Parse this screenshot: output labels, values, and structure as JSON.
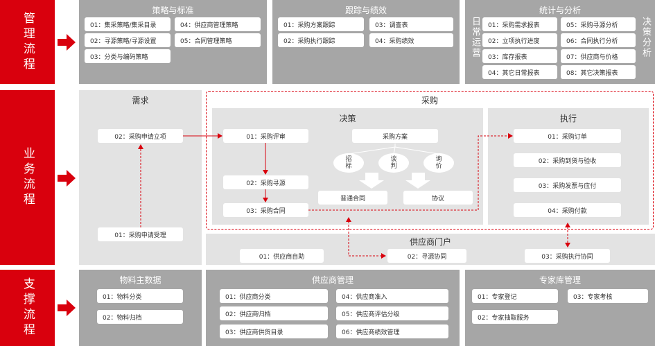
{
  "left_labels": {
    "management": "管理流程",
    "business": "业务流程",
    "support": "支撑流程"
  },
  "management": {
    "strategy": {
      "title": "策略与标准",
      "items": [
        "01：集采策略/集采目录",
        "02：寻源策略/寻源设置",
        "03：分类与编码策略",
        "04：供应商管理策略",
        "05：合同管理策略"
      ]
    },
    "tracking": {
      "title": "跟踪与绩效",
      "items": [
        "01：采购方案跟踪",
        "02：采购执行跟踪",
        "03：调查表",
        "04：采购绩效"
      ]
    },
    "stats": {
      "title": "统计与分析",
      "side_left": "日常运营",
      "side_right": "决策分析",
      "items": [
        "01：采购需求报表",
        "02：立项执行进度",
        "03：库存报表",
        "04：其它日常报表",
        "05：采购寻源分析",
        "06：合同执行分析",
        "07：供应商与价格",
        "08：其它决策报表"
      ]
    }
  },
  "business": {
    "demand": {
      "title": "需求",
      "items": [
        "02：采购申请立项",
        "01：采购申请受理"
      ]
    },
    "procurement": {
      "title": "采购",
      "decision": {
        "title": "决策",
        "items": [
          "01：采购评审",
          "02：采购寻源",
          "03：采购合同"
        ],
        "plan": "采购方案",
        "ovals": [
          "招\n标",
          "谈\n判",
          "询\n价"
        ],
        "results": [
          "普通合同",
          "协议"
        ]
      },
      "execution": {
        "title": "执行",
        "items": [
          "01：采购订单",
          "02：采购到货与验收",
          "03：采购发票与应付",
          "04：采购付款"
        ]
      }
    },
    "portal": {
      "title": "供应商门户",
      "items": [
        "01：供应商自助",
        "02：寻源协同",
        "03：采购执行协同"
      ]
    }
  },
  "support": {
    "material": {
      "title": "物料主数据",
      "items": [
        "01：物料分类",
        "02：物料归档"
      ]
    },
    "supplier": {
      "title": "供应商管理",
      "items": [
        "01：供应商分类",
        "02：供应商归档",
        "03：供应商供货目录",
        "04：供应商准入",
        "05：供应商评估分级",
        "06：供应商绩效管理"
      ]
    },
    "expert": {
      "title": "专家库管理",
      "items": [
        "01：专家登记",
        "02：专家抽取服务",
        "03：专家考核"
      ]
    }
  },
  "colors": {
    "red": "#d9000d",
    "panel": "#a6a6a6",
    "panel_light": "#e3e3e3"
  }
}
